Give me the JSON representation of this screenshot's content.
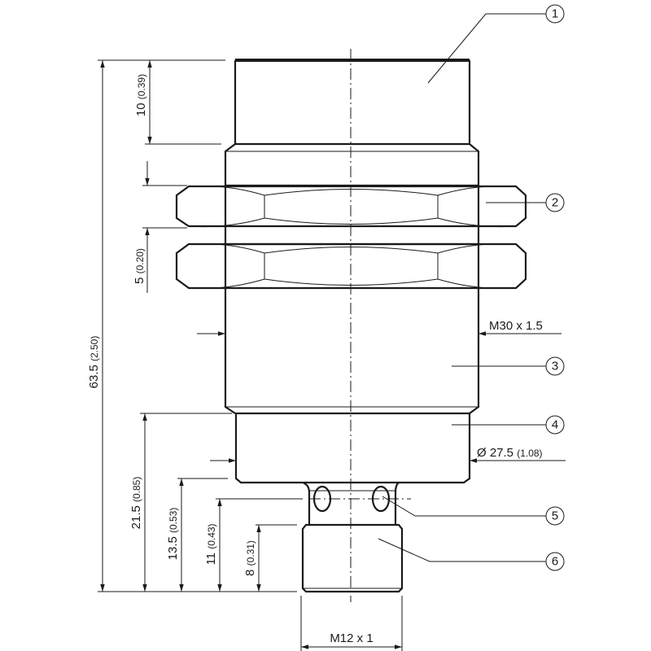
{
  "dimensions": {
    "total_length": {
      "value": "63.5",
      "inch": "(2.50)"
    },
    "cap_length": {
      "value": "10",
      "inch": "(0.39)"
    },
    "nut_thickness": {
      "value": "5",
      "inch": "(0.20)"
    },
    "lower_length": {
      "value": "21.5",
      "inch": "(0.85)"
    },
    "neck_length": {
      "value": "13.5",
      "inch": "(0.53)"
    },
    "led_position": {
      "value": "11",
      "inch": "(0.43)"
    },
    "connector_length": {
      "value": "8",
      "inch": "(0.31)"
    },
    "thread": "M30 x 1.5",
    "diameter": {
      "value": "Ø 27.5",
      "inch": "(1.08)"
    },
    "connector_thread": "M12 x 1"
  },
  "callouts": [
    "1",
    "2",
    "3",
    "4",
    "5",
    "6"
  ]
}
